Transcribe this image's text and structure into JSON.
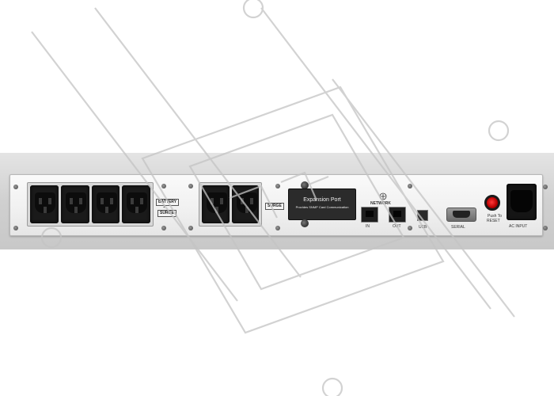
{
  "labels": {
    "battery": "BATTERY",
    "battery_sub": "+",
    "surge_left": "SURGE",
    "surge_right": "SURGE",
    "expansion_title": "Expansion Port",
    "expansion_sub": "Provides SNMP Card Communication",
    "network": "NETWORK",
    "network_in": "IN",
    "network_out": "OUT",
    "usb": "USB",
    "serial": "SERIAL",
    "reset_line1": "Push To",
    "reset_line2": "RESET",
    "ac_input": "AC INPUT"
  },
  "icons": {
    "network": "network-icon",
    "watermark": "watermark-logo"
  },
  "colors": {
    "reset_button": "#d00000",
    "expansion_card": "#2b2b2b",
    "panel": "#f2f2f2"
  }
}
